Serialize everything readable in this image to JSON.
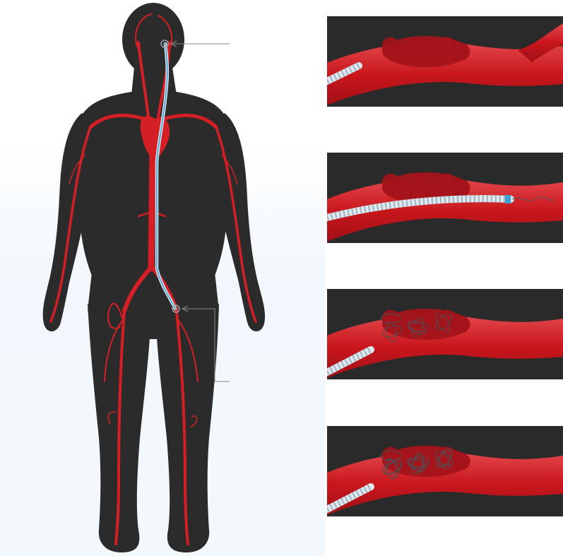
{
  "colors": {
    "background": "#ffffff",
    "body_silhouette": "#2b2b2b",
    "artery": "#d41f26",
    "artery_dark": "#9e1016",
    "vessel": "#c8161c",
    "vessel_highlight": "#e2474b",
    "aneurysm": "#a4141a",
    "catheter": "#dfe8ee",
    "catheter_band": "#9fb2be",
    "catheter_tip": "#3aa0d8",
    "coil": "#4a4f55",
    "panel_bg": "#2a2a2a",
    "callout_line": "#8a8a8a"
  },
  "icons": {
    "target_marker": "target-circle-icon",
    "arrow": "arrow-left-icon"
  },
  "panels": [
    {
      "id": "step-1",
      "coil_fill": 0.0,
      "catheter_in_sac": false
    },
    {
      "id": "step-2",
      "coil_fill": 0.0,
      "catheter_in_sac": true
    },
    {
      "id": "step-3",
      "coil_fill": 0.6,
      "catheter_in_sac": false
    },
    {
      "id": "step-4",
      "coil_fill": 1.0,
      "catheter_in_sac": false
    }
  ]
}
